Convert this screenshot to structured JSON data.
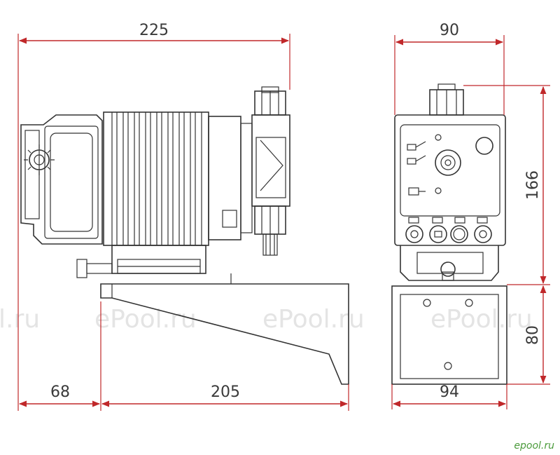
{
  "dimensions": {
    "overall_length": "225",
    "foot_offset": "68",
    "bracket_length": "205",
    "front_width_top": "90",
    "front_width_bottom": "94",
    "pump_height": "166",
    "bracket_height": "80"
  },
  "watermarks": {
    "w1": "l.ru",
    "w2": "ePool.ru",
    "w3": "ePool.ru",
    "w4": "ePool.ru"
  },
  "logo": "epool.ru",
  "colors": {
    "dimension": "#c0282a",
    "outline": "#333333",
    "watermark": "#e4e4e4",
    "logo": "#4a9a3a"
  }
}
